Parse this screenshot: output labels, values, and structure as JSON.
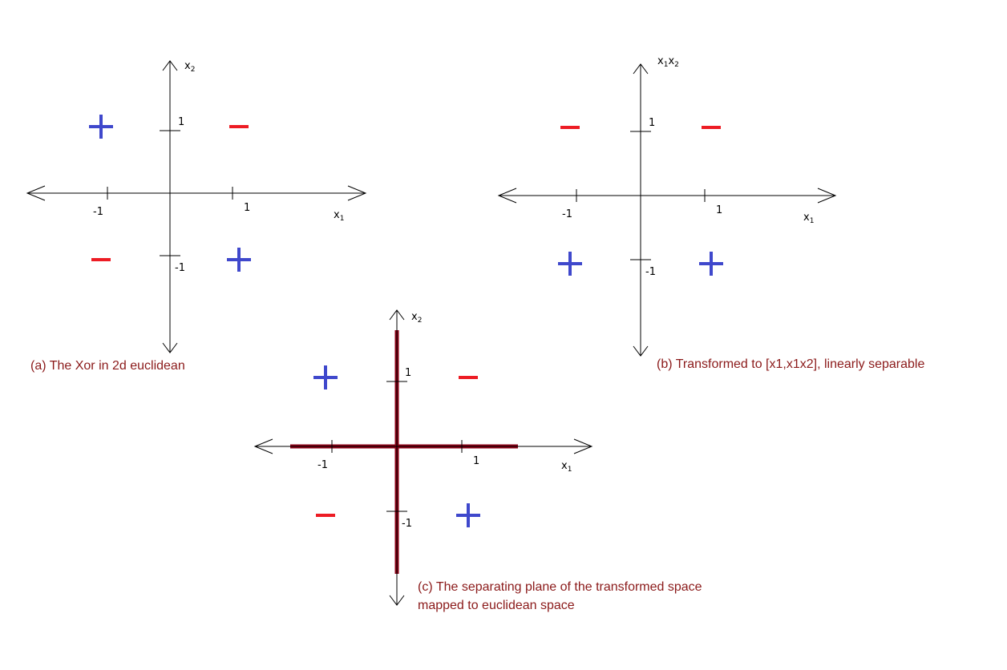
{
  "panels": [
    {
      "id": "a",
      "x_axis_label": "x",
      "x_axis_sub": "1",
      "y_axis_label": "x",
      "y_axis_sub": "2",
      "y_axis_label_blue": false,
      "ticks": {
        "x_pos": "1",
        "x_neg": "-1",
        "y_pos": "1",
        "y_neg": "-1"
      },
      "points": [
        {
          "x": -1,
          "y": 1,
          "sign": "+"
        },
        {
          "x": 1,
          "y": 1,
          "sign": "-"
        },
        {
          "x": -1,
          "y": -1,
          "sign": "-"
        },
        {
          "x": 1,
          "y": -1,
          "sign": "+"
        }
      ],
      "caption_lines": [
        "(a) The Xor in 2d euclidean"
      ],
      "separator": false
    },
    {
      "id": "b",
      "x_axis_label": "x",
      "x_axis_sub": "1",
      "y_axis_label": "x",
      "y_axis_sub": "1",
      "y_axis_label2": "x",
      "y_axis_sub2": "2",
      "y_axis_label_blue": true,
      "ticks": {
        "x_pos": "1",
        "x_neg": "-1",
        "y_pos": "1",
        "y_neg": "-1"
      },
      "points": [
        {
          "x": -1,
          "y": 1,
          "sign": "-"
        },
        {
          "x": 1,
          "y": 1,
          "sign": "-"
        },
        {
          "x": -1,
          "y": -1,
          "sign": "+"
        },
        {
          "x": 1,
          "y": -1,
          "sign": "+"
        }
      ],
      "caption_lines": [
        "(b) Transformed to [x1,x1x2], linearly separable"
      ],
      "separator": false
    },
    {
      "id": "c",
      "x_axis_label": "x",
      "x_axis_sub": "1",
      "y_axis_label": "x",
      "y_axis_sub": "2",
      "y_axis_label_blue": false,
      "ticks": {
        "x_pos": "1",
        "x_neg": "-1",
        "y_pos": "1",
        "y_neg": "-1"
      },
      "points": [
        {
          "x": -1,
          "y": 1,
          "sign": "+"
        },
        {
          "x": 1,
          "y": 1,
          "sign": "-"
        },
        {
          "x": -1,
          "y": -1,
          "sign": "-"
        },
        {
          "x": 1,
          "y": -1,
          "sign": "+"
        }
      ],
      "caption_lines": [
        "(c) The separating plane of the transformed space",
        "mapped to euclidean space"
      ],
      "separator": true
    }
  ],
  "colors": {
    "plus": "#3f48cc",
    "minus": "#ed1c24",
    "caption": "#8b1a1a",
    "separator": "#880015"
  }
}
